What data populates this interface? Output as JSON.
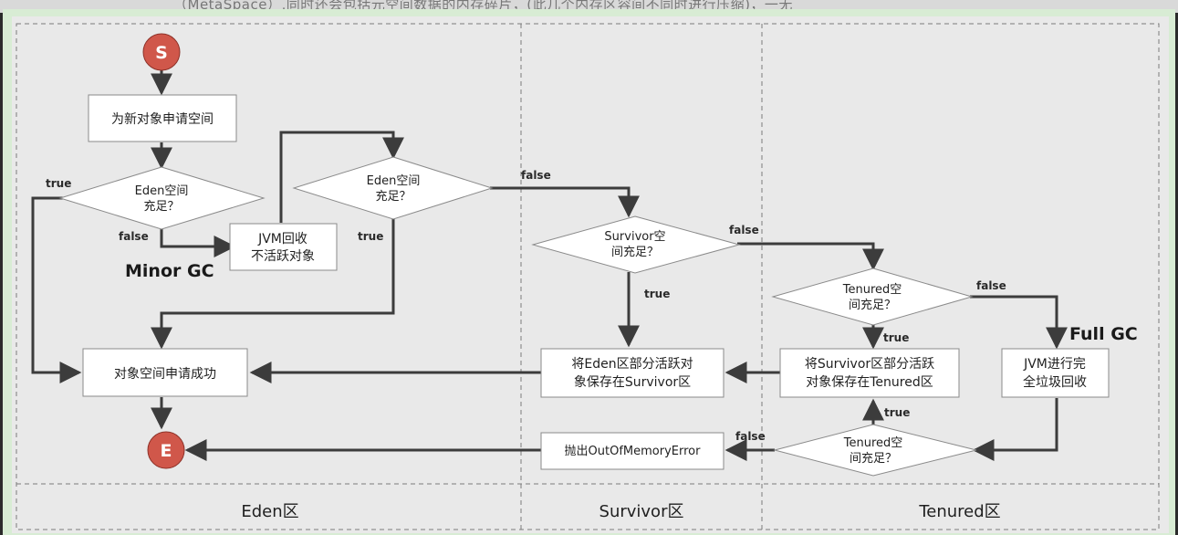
{
  "top_caption": "（MetaSpace）,同时还会包括元空间数据的内存碎片，(此几个内存区容间不同时进行压缩)，一无",
  "start_label": "S",
  "end_label": "E",
  "boxes": {
    "alloc": "为新对象申请空间",
    "jvm_recycle_1": "JVM回收",
    "jvm_recycle_2": "不活跃对象",
    "success": "对象空间申请成功",
    "move_survivor_1": "将Eden区部分活跃对",
    "move_survivor_2": "象保存在Survivor区",
    "move_tenured_1": "将Survivor区部分活跃",
    "move_tenured_2": "对象保存在Tenured区",
    "full_gc_1": "JVM进行完",
    "full_gc_2": "全垃圾回收",
    "oom": "抛出OutOfMemoryError"
  },
  "decisions": {
    "eden1_1": "Eden空间",
    "eden1_2": "充足？",
    "eden2_1": "Eden空间",
    "eden2_2": "充足？",
    "survivor_1": "Survivor空",
    "survivor_2": "间充足？",
    "tenured1_1": "Tenured空",
    "tenured1_2": "间充足？",
    "tenured2_1": "Tenured空",
    "tenured2_2": "间充足？"
  },
  "edge_labels": {
    "true": "true",
    "false": "false"
  },
  "annotations": {
    "minor_gc": "Minor GC",
    "full_gc": "Full GC"
  },
  "regions": {
    "eden": "Eden区",
    "survivor": "Survivor区",
    "tenured": "Tenured区"
  },
  "colors": {
    "panel": "#e9e9e9",
    "box_fill": "#ffffff",
    "stroke": "#3c3c3c",
    "start_end_fill": "#d0574a",
    "frame": "#d8ecd4"
  }
}
